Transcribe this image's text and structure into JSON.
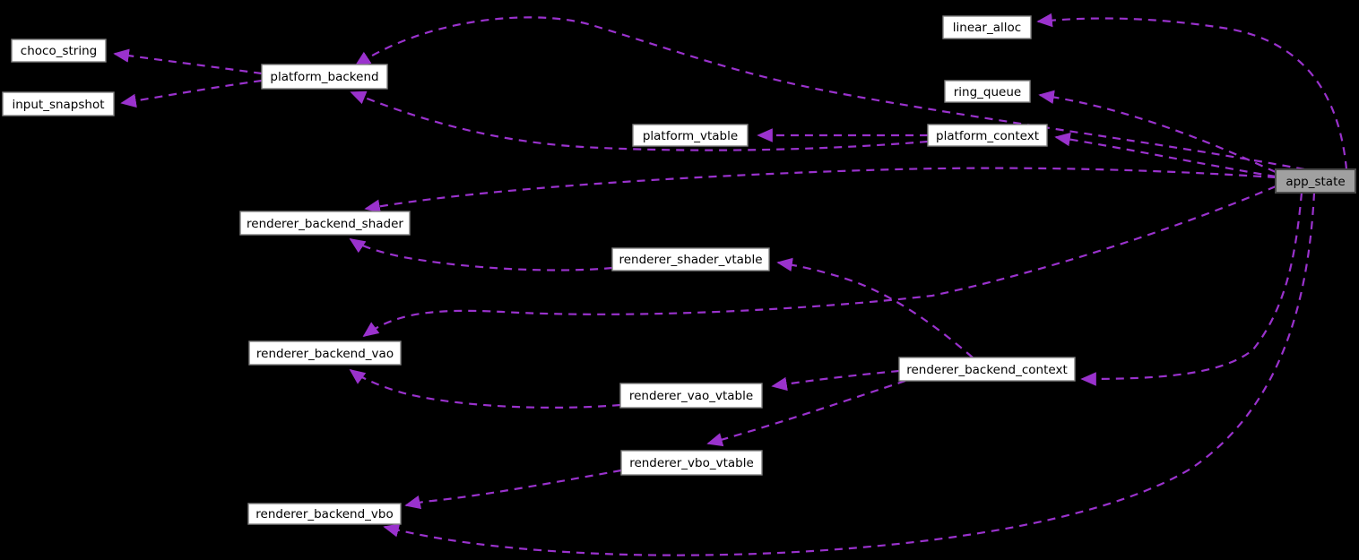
{
  "diagram_type": "collaboration-graph",
  "colors": {
    "background": "#000000",
    "edge": "#9a32cd",
    "node_fill": "#ffffff",
    "node_border": "#808080",
    "focus_fill": "#a0a0a0",
    "focus_border": "#4a4a4a",
    "text": "#000000"
  },
  "nodes": {
    "choco_string": {
      "label": "choco_string"
    },
    "input_snapshot": {
      "label": "input_snapshot"
    },
    "platform_backend": {
      "label": "platform_backend"
    },
    "linear_alloc": {
      "label": "linear_alloc"
    },
    "ring_queue": {
      "label": "ring_queue"
    },
    "platform_vtable": {
      "label": "platform_vtable"
    },
    "platform_context": {
      "label": "platform_context"
    },
    "app_state": {
      "label": "app_state",
      "highlighted": true
    },
    "renderer_backend_shader": {
      "label": "renderer_backend_shader"
    },
    "renderer_shader_vtable": {
      "label": "renderer_shader_vtable"
    },
    "renderer_backend_vao": {
      "label": "renderer_backend_vao"
    },
    "renderer_vao_vtable": {
      "label": "renderer_vao_vtable"
    },
    "renderer_backend_context": {
      "label": "renderer_backend_context"
    },
    "renderer_vbo_vtable": {
      "label": "renderer_vbo_vtable"
    },
    "renderer_backend_vbo": {
      "label": "renderer_backend_vbo"
    }
  },
  "edges": [
    {
      "from": "app_state",
      "to": "linear_alloc"
    },
    {
      "from": "app_state",
      "to": "platform_backend"
    },
    {
      "from": "app_state",
      "to": "ring_queue"
    },
    {
      "from": "app_state",
      "to": "platform_context"
    },
    {
      "from": "app_state",
      "to": "renderer_backend_shader"
    },
    {
      "from": "app_state",
      "to": "renderer_backend_vao"
    },
    {
      "from": "app_state",
      "to": "renderer_backend_context"
    },
    {
      "from": "app_state",
      "to": "renderer_backend_vbo"
    },
    {
      "from": "platform_context",
      "to": "platform_vtable"
    },
    {
      "from": "platform_context",
      "to": "platform_backend"
    },
    {
      "from": "platform_backend",
      "to": "choco_string"
    },
    {
      "from": "platform_backend",
      "to": "input_snapshot"
    },
    {
      "from": "renderer_shader_vtable",
      "to": "renderer_backend_shader"
    },
    {
      "from": "renderer_backend_context",
      "to": "renderer_shader_vtable"
    },
    {
      "from": "renderer_backend_context",
      "to": "renderer_vao_vtable"
    },
    {
      "from": "renderer_backend_context",
      "to": "renderer_vbo_vtable"
    },
    {
      "from": "renderer_vao_vtable",
      "to": "renderer_backend_vao"
    },
    {
      "from": "renderer_vbo_vtable",
      "to": "renderer_backend_vbo"
    }
  ]
}
